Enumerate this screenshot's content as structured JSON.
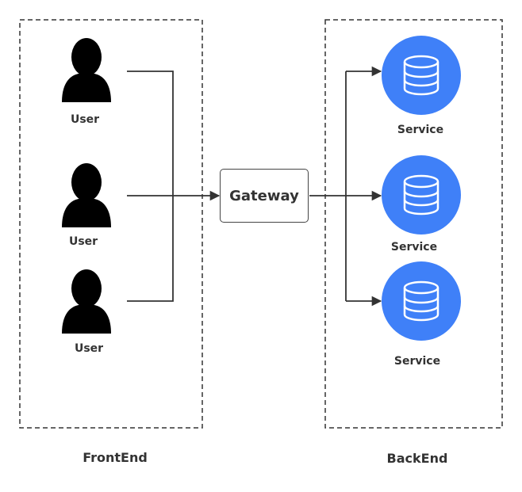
{
  "groups": {
    "frontend_label": "FrontEnd",
    "backend_label": "BackEnd"
  },
  "users": [
    {
      "label": "User",
      "icon": "user-icon"
    },
    {
      "label": "User",
      "icon": "user-icon"
    },
    {
      "label": "User",
      "icon": "user-icon"
    }
  ],
  "gateway": {
    "label": "Gateway"
  },
  "services": [
    {
      "label": "Service",
      "icon": "database-icon"
    },
    {
      "label": "Service",
      "icon": "database-icon"
    },
    {
      "label": "Service",
      "icon": "database-icon"
    }
  ],
  "colors": {
    "service_fill": "#3f80f8",
    "line": "#333333",
    "user_icon": "#000000"
  }
}
